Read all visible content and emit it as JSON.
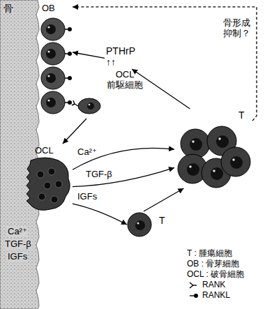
{
  "diagram": {
    "nodes": [
      {
        "text": [
          "骨",
          "Ca²⁺",
          "TGF-β",
          "IGFs"
        ]
      },
      {
        "text": [
          "OB"
        ]
      },
      {
        "text": [
          "PTHrP ↑↑"
        ]
      },
      {
        "text": [
          "OCL 前駆細胞"
        ]
      },
      {
        "text": [
          "OCL"
        ]
      },
      {
        "text": [
          "T"
        ]
      },
      {
        "text": [
          "T"
        ]
      }
    ],
    "edges": [
      {
        "from": 2,
        "to": 1,
        "arrow": "to"
      },
      {
        "from": 5,
        "to": 2,
        "arrow": "to"
      },
      {
        "from": 5,
        "to": 1,
        "label": "骨形成 抑制？",
        "arrow": "to"
      },
      {
        "from": 3,
        "to": 4,
        "arrow": "to"
      },
      {
        "from": 4,
        "to": 5,
        "label": "Ca²⁺",
        "arrow": "to"
      },
      {
        "from": 4,
        "to": 5,
        "label": "TGF-β",
        "arrow": "to"
      },
      {
        "from": 4,
        "to": 6,
        "label": "IGFs",
        "arrow": "to"
      },
      {
        "from": 6,
        "to": 5,
        "arrow": "to"
      }
    ],
    "legend": [
      {
        "text": "T : 腫瘍細胞"
      },
      {
        "text": "OB : 骨芽細胞"
      },
      {
        "text": "OCL : 破骨細胞"
      },
      {
        "text": "RANK"
      },
      {
        "text": "RANKL"
      }
    ]
  }
}
